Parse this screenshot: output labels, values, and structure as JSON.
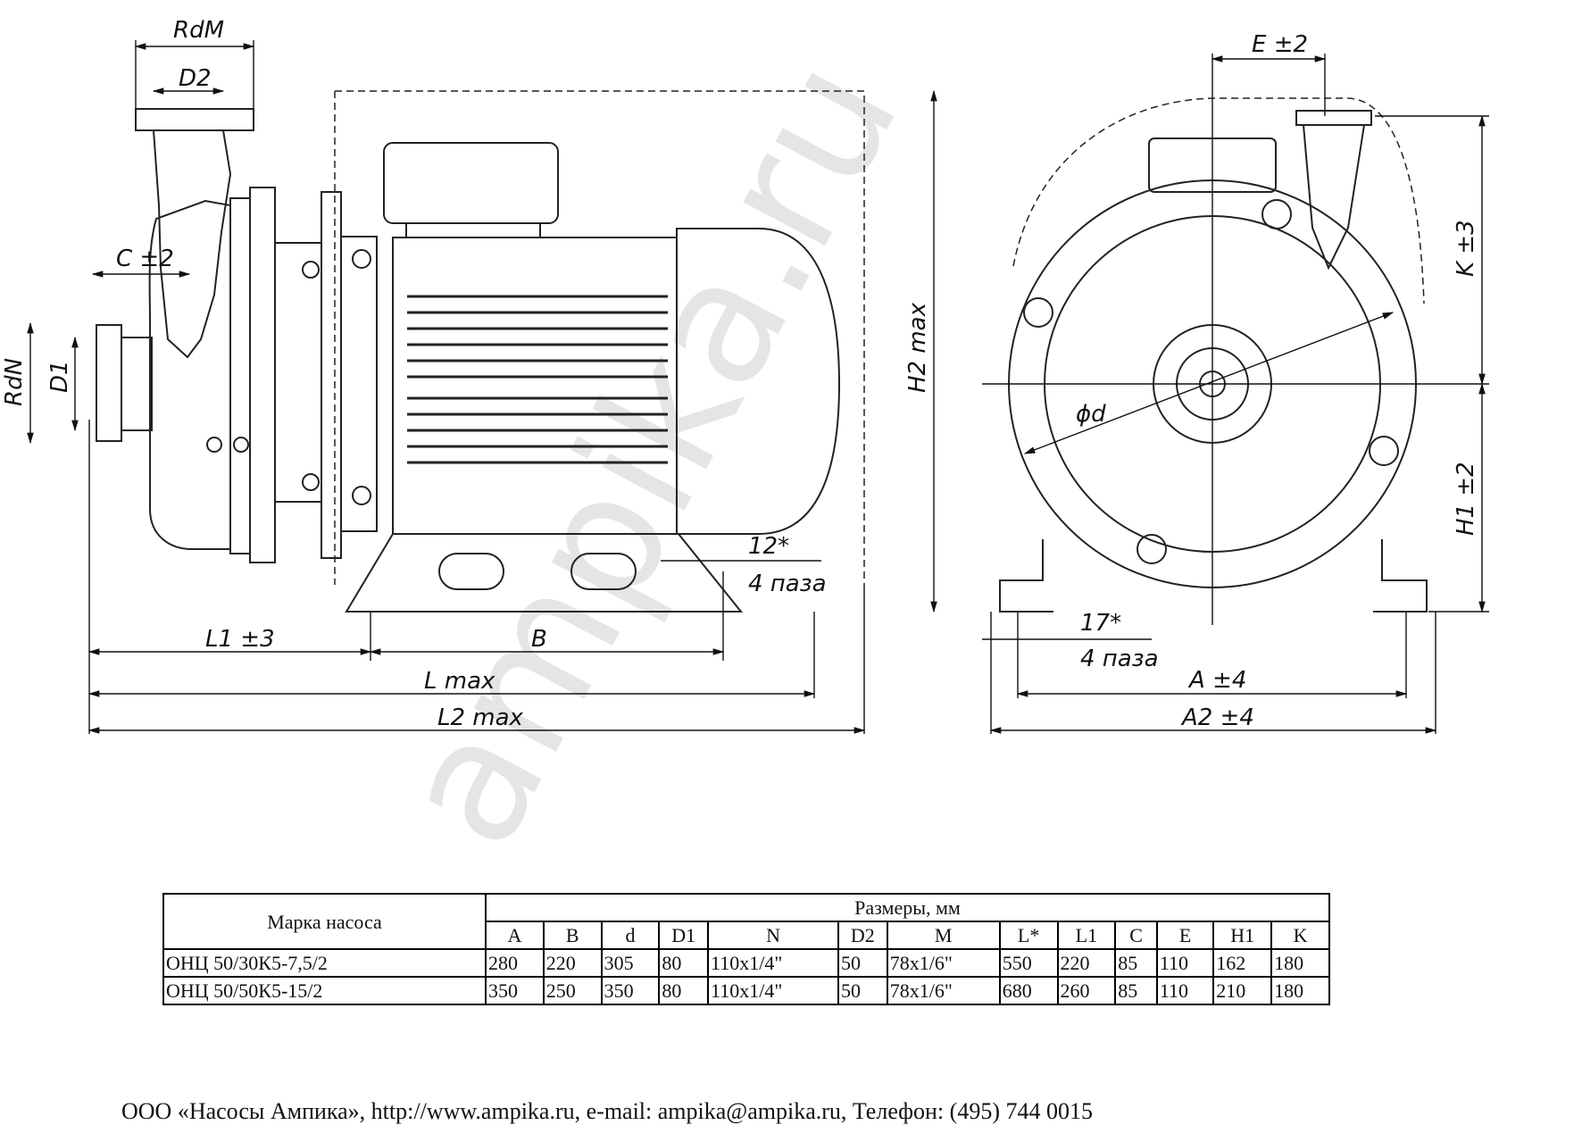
{
  "watermark": "ampika.ru",
  "dimensions": {
    "rdm": "RdM",
    "d2": "D2",
    "c": "C ±2",
    "rdn": "RdN",
    "d1": "D1",
    "h2": "H2 max",
    "l1": "L1 ±3",
    "b": "B",
    "l": "L max",
    "l2": "L2 max",
    "slot_front": "12*",
    "slot_front_count": "4 паза",
    "e": "E ±2",
    "k": "K ±3",
    "h1": "H1 ±2",
    "phi_d": "ϕd",
    "slot_side": "17*",
    "slot_side_count": "4 паза",
    "a": "A ±4",
    "a2": "A2 ±4"
  },
  "table": {
    "model_header": "Марка насоса",
    "size_header": "Размеры, мм",
    "columns": [
      "A",
      "B",
      "d",
      "D1",
      "N",
      "D2",
      "M",
      "L*",
      "L1",
      "C",
      "E",
      "H1",
      "K"
    ],
    "rows": [
      {
        "model": "ОНЦ 50/30К5-7,5/2",
        "values": [
          "280",
          "220",
          "305",
          "80",
          "110x1/4\"",
          "50",
          "78x1/6\"",
          "550",
          "220",
          "85",
          "110",
          "162",
          "180"
        ]
      },
      {
        "model": "ОНЦ 50/50К5-15/2",
        "values": [
          "350",
          "250",
          "350",
          "80",
          "110x1/4\"",
          "50",
          "78x1/6\"",
          "680",
          "260",
          "85",
          "110",
          "210",
          "180"
        ]
      }
    ]
  },
  "footer": "ООО «Насосы Ампика», http://www.ampika.ru, e-mail: ampika@ampika.ru, Телефон: (495) 744 0015"
}
